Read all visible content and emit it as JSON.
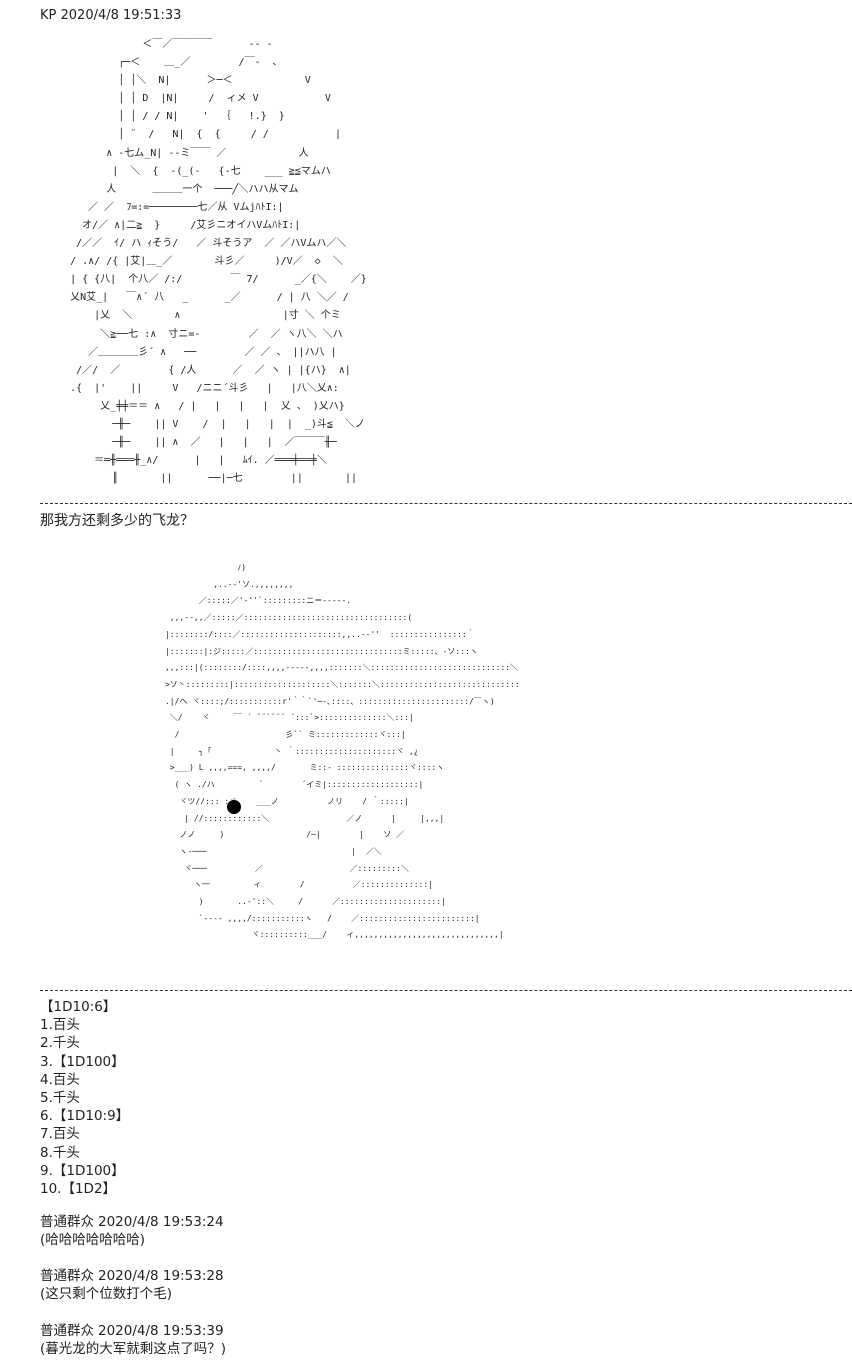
{
  "post": {
    "author": "KP",
    "timestamp": "2020/4/8 19:51:33"
  },
  "art_top": "                ＜￣／￣￣￣￣      -- -\n            ┌─＜    ＿_／        /￣-  ､\n            │ │＼  N|      ＞─＜            V\n            │ │ D  |N|     /  ィメ V           V\n            │ │ / / N|    '  ｛   !.}  }\n            │ ¨  /   N|  {  {     / /           |\n          ∧ -七ム_N| --ミ￣￣ ／            人\n           |  ＼  {  -(_(-   {-七    ___ ≧≦マムハ\n          人      ＿＿＿一个  ───╱＼ハハ从マム\n       ／ ／  ﾌ=:=────────七／从 VムjﾊﾄI:|\n      オ/／ ∧|二≧  }     /艾彡ニオイハVムﾊﾄI:|\n     /／／  ｲ/ ハ ｨそう/   ／ 斗そうア  ／ ／ハVムハ／＼\n    / .∧/ /{ |艾|＿_／       斗彡／     )/V／  ◇  ＼\n    | { {八|  个八／ /:/        ￣ 7/      _／{＼    ／}\n    乂N艾_|   ￣∧´ 八   _      _／      / | 八 ＼／ /\n        |乂  ＼       ∧                 |寸 ＼ 个ミ\n         ＼≧──七 :∧  寸ニ=-        ／  ／ ヽ八＼ ＼ハ\n       ／＿＿＿＿彡´ ∧   ──        ／ ／ 、 ||ハ八 |\n     /／/  ／        { /人      ／  ／ ヽ | |{ハ}  ∧|\n    .{  |'    ||     V   /ニニ´斗彡   |   |八＼乂∧:\n         乂_╪╪＝＝ ∧   / |   |   |   |  乂 、 )乂ハ}\n           ─╫─    || V    /  |   |   |  |  _)斗≦  ＼ノ\n           ─╫─    || ∧  ／   |   |   |  ／￣￣￣╫─\n        ＝═╫═══╫_∧/      |   |   ﾑｲ. ／═══╪══╪＼\n           ║       ||      ──|─七        ||       ||",
  "question": "那我方还剩多少的飞龙？",
  "art_face": "                          ﾉ)\n                     ,..-‐'ソ.,,,,,,,,\n                  ／:::::／'‐''`:::::::::ニ＝-----.\n            ,,,-‐,,／:::::／::::::::::::::::::::::::::::::::::(\n           |::::::::/::::／:::::::::::::::::::::,,..-‐''  ::::::::::::::::｀\n           |:::::::|:ジ:::::／:::::::::::::::::::::::::::::::ミ:::::、-ソ:::ヽ\n           ,,,:::|(::::::::/::::,,,,-----,,,,:::::::＼:::::::::::::::::::::::::::::＼\n           >ソ丶:::::::::|::::::::::::::::::::＼:::::::＼:::::::::::::::::::::::::::::\n           .|/ヘ ヾ::::;/:::::::::::r'｀｀`'─-､::::、:::::::::::::::::::::::/￣ヽ)\n            ＼/    ヾ     ￣ ´ ¨¨`¨¨¨ ´:::`>::::::::::::::＼:::|\n             /                      彡`` ミ:::::::::::::ヾ:::|\n            |     ┐「             丶 ｀:::::::::::::::::::::ヾ ,¿\n            >___) L ,,,,===, ,,,,/       ミ::‐ :::::::::::::::ヾ::::ヽ\n             ( ヽ ./ハ         ´        ´イミ|:::::::::::::::::::|\n              ヾツ//::: :ヾ    ___ノ          ノリ    / ｀:::::|\n               | //::::::::::::＼                ／ノ      |     |,,,|\n              ノノ     )                 /─|        |    ソ ／\n              ヽ-───                              |  ／＼\n               ヾ───          ／                  ／:::::::::＼\n                 ヽ一         ィ        /          ／::::::::::::::|\n                  )       ..-'::＼     /      ／:::::::::::::::::::::|\n                  `---- ,,,,/:::::::::::ヽ   /    ／::::::::::::::::::::::::|\n                             ヾ::::::::::___/    ィ,,,,,,,,,,,,,,,,,,,,,,,,,,,,,,|",
  "roll_list": [
    "【1D10:6】",
    "1.百头",
    "2.千头",
    "3.【1D100】",
    "4.百头",
    "5.千头",
    "6.【1D10:9】",
    "7.百头",
    "8.千头",
    "9.【1D100】",
    "10.【1D2】"
  ],
  "replies": [
    {
      "author": "普通群众",
      "timestamp": "2020/4/8 19:53:24",
      "text": "(哈哈哈哈哈哈哈)"
    },
    {
      "author": "普通群众",
      "timestamp": "2020/4/8 19:53:28",
      "text": "(这只剩个位数打个毛)"
    },
    {
      "author": "普通群众",
      "timestamp": "2020/4/8 19:53:39",
      "text": "(暮光龙的大军就剩这点了吗？)"
    }
  ]
}
